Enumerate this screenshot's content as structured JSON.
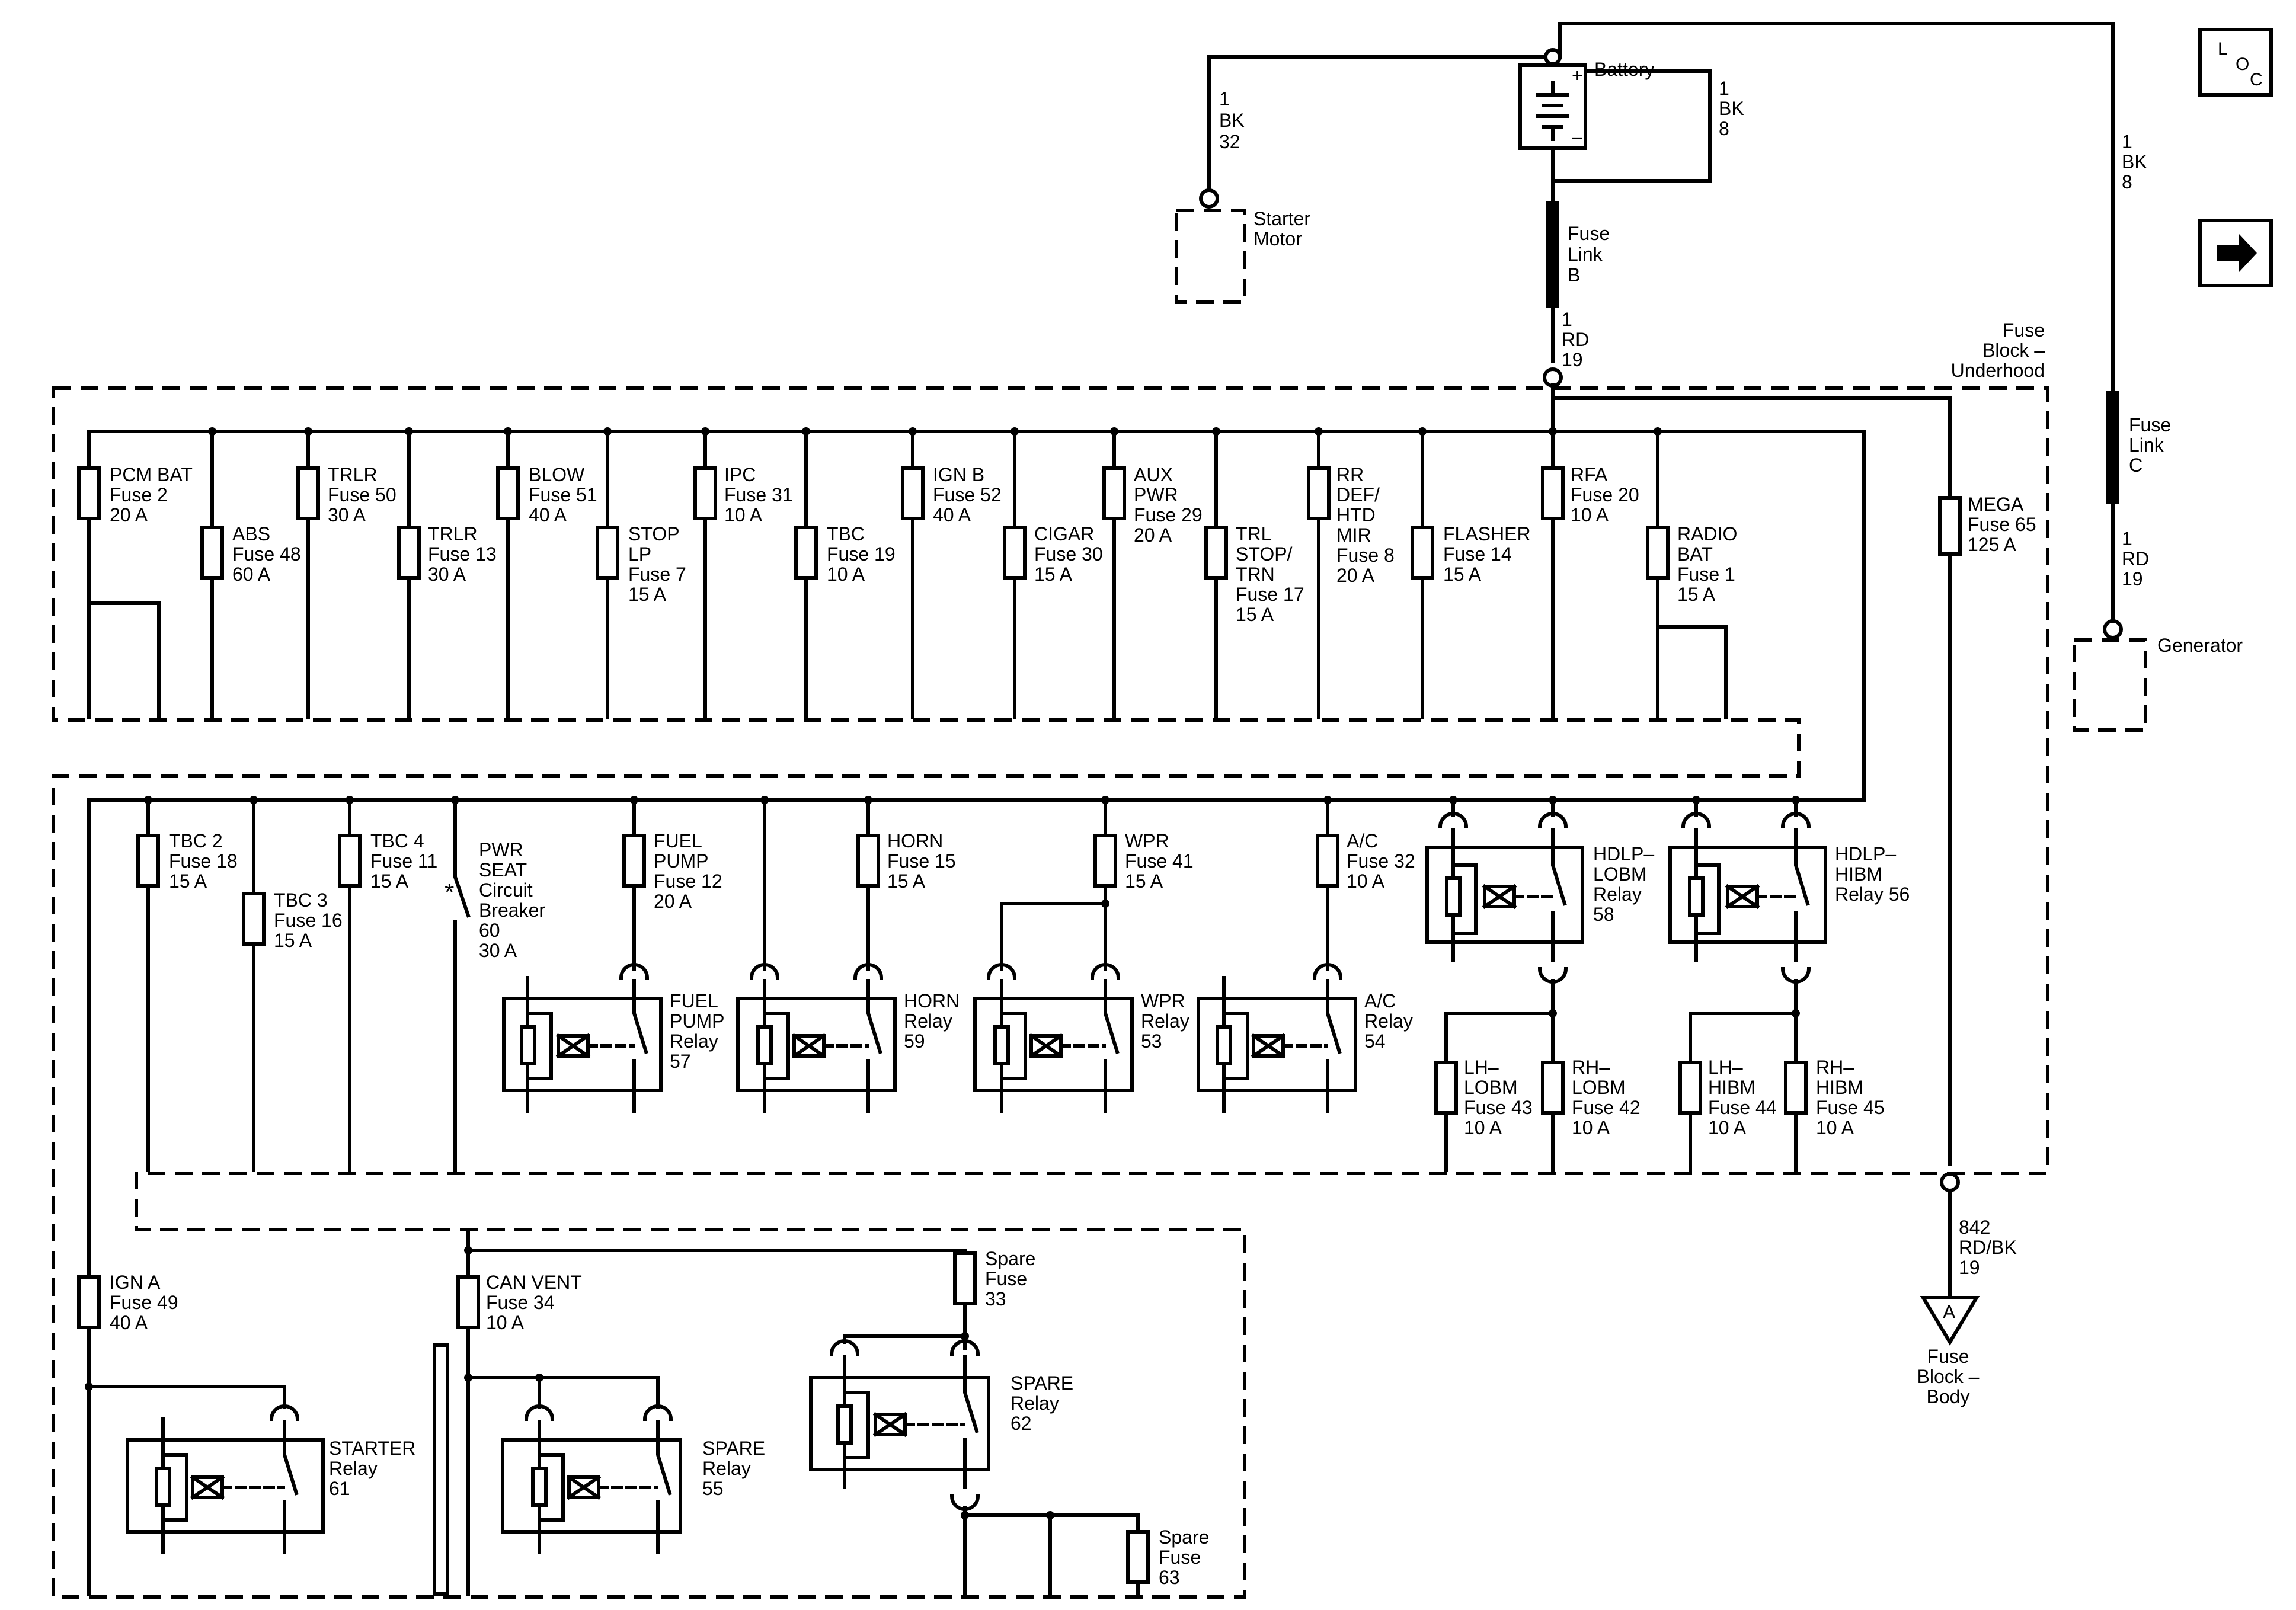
{
  "loc_icon": "location-icon",
  "nav_icon": "right-arrow-icon",
  "battery": {
    "label": "Battery",
    "plus": "+",
    "minus": "–"
  },
  "starter": [
    "Starter",
    "Motor"
  ],
  "generator": [
    "Generator"
  ],
  "wires": {
    "starter": [
      "1",
      "BK",
      "32"
    ],
    "battery_out": [
      "1",
      "BK",
      "8"
    ],
    "gen_top": [
      "1",
      "BK",
      "8"
    ],
    "fuse_block_feed": [
      "1",
      "RD",
      "19"
    ],
    "gen_feed": [
      "1",
      "RD",
      "19"
    ],
    "body_feed": [
      "842",
      "RD/BK",
      "19"
    ]
  },
  "fuse_link_b": [
    "Fuse",
    "Link",
    "B"
  ],
  "fuse_link_c": [
    "Fuse",
    "Link",
    "C"
  ],
  "fuse_block_underhood": [
    "Fuse",
    "Block –",
    "Underhood"
  ],
  "fuse_block_body": [
    "Fuse",
    "Block –",
    "Body"
  ],
  "connector_a": "A",
  "fuses": [
    {
      "id": "pcm-bat",
      "lines": [
        "PCM BAT",
        "Fuse 2",
        "20 A"
      ]
    },
    {
      "id": "abs",
      "lines": [
        "ABS",
        "Fuse 48",
        "60 A"
      ]
    },
    {
      "id": "trlr-50",
      "lines": [
        "TRLR",
        "Fuse 50",
        "30 A"
      ]
    },
    {
      "id": "trlr-13",
      "lines": [
        "TRLR",
        "Fuse 13",
        "30 A"
      ]
    },
    {
      "id": "blow",
      "lines": [
        "BLOW",
        "Fuse 51",
        "40 A"
      ]
    },
    {
      "id": "stop-lp",
      "lines": [
        "STOP",
        "LP",
        "Fuse 7",
        "15 A"
      ]
    },
    {
      "id": "ipc",
      "lines": [
        "IPC",
        "Fuse 31",
        "10 A"
      ]
    },
    {
      "id": "tbc-19",
      "lines": [
        "TBC",
        "Fuse 19",
        "10 A"
      ]
    },
    {
      "id": "ign-b",
      "lines": [
        "IGN B",
        "Fuse 52",
        "40 A"
      ]
    },
    {
      "id": "cigar",
      "lines": [
        "CIGAR",
        "Fuse 30",
        "15 A"
      ]
    },
    {
      "id": "aux-pwr",
      "lines": [
        "AUX",
        "PWR",
        "Fuse 29",
        "20 A"
      ]
    },
    {
      "id": "trl-stop-trn",
      "lines": [
        "TRL",
        "STOP/",
        "TRN",
        "Fuse 17",
        "15 A"
      ]
    },
    {
      "id": "rr-def",
      "lines": [
        "RR",
        "DEF/",
        "HTD",
        "MIR",
        "Fuse 8",
        "20 A"
      ]
    },
    {
      "id": "flasher",
      "lines": [
        "FLASHER",
        "Fuse 14",
        "15 A"
      ]
    },
    {
      "id": "rfa",
      "lines": [
        "RFA",
        "Fuse 20",
        "10 A"
      ]
    },
    {
      "id": "radio-bat",
      "lines": [
        "RADIO",
        "BAT",
        "Fuse 1",
        "15 A"
      ]
    },
    {
      "id": "mega",
      "lines": [
        "MEGA",
        "Fuse 65",
        "125 A"
      ]
    },
    {
      "id": "tbc2",
      "lines": [
        "TBC 2",
        "Fuse 18",
        "15 A"
      ]
    },
    {
      "id": "tbc3",
      "lines": [
        "TBC 3",
        "Fuse 16",
        "15 A"
      ]
    },
    {
      "id": "tbc4",
      "lines": [
        "TBC 4",
        "Fuse 11",
        "15 A"
      ]
    },
    {
      "id": "fuel-pump",
      "lines": [
        "FUEL",
        "PUMP",
        "Fuse 12",
        "20 A"
      ]
    },
    {
      "id": "horn",
      "lines": [
        "HORN",
        "Fuse 15",
        "15 A"
      ]
    },
    {
      "id": "wpr",
      "lines": [
        "WPR",
        "Fuse 41",
        "15 A"
      ]
    },
    {
      "id": "ac",
      "lines": [
        "A/C",
        "Fuse 32",
        "10 A"
      ]
    },
    {
      "id": "lh-lobm",
      "lines": [
        "LH–",
        "LOBM",
        "Fuse 43",
        "10 A"
      ]
    },
    {
      "id": "rh-lobm",
      "lines": [
        "RH–",
        "LOBM",
        "Fuse 42",
        "10 A"
      ]
    },
    {
      "id": "lh-hibm",
      "lines": [
        "LH–",
        "HIBM",
        "Fuse 44",
        "10 A"
      ]
    },
    {
      "id": "rh-hibm",
      "lines": [
        "RH–",
        "HIBM",
        "Fuse 45",
        "10 A"
      ]
    },
    {
      "id": "ign-a",
      "lines": [
        "IGN A",
        "Fuse 49",
        "40 A"
      ]
    },
    {
      "id": "can-vent",
      "lines": [
        "CAN VENT",
        "Fuse 34",
        "10 A"
      ]
    },
    {
      "id": "spare-33",
      "lines": [
        "Spare",
        "Fuse",
        "33"
      ]
    },
    {
      "id": "spare-63",
      "lines": [
        "Spare",
        "Fuse",
        "63"
      ]
    }
  ],
  "breaker": {
    "lines": [
      "PWR",
      "SEAT",
      "Circuit",
      "Breaker",
      "60",
      "30 A"
    ],
    "mark": "*"
  },
  "relays": [
    {
      "id": "fuel-pump",
      "lines": [
        "FUEL",
        "PUMP",
        "Relay",
        "57"
      ]
    },
    {
      "id": "horn",
      "lines": [
        "HORN",
        "Relay",
        "59"
      ]
    },
    {
      "id": "wpr",
      "lines": [
        "WPR",
        "Relay",
        "53"
      ]
    },
    {
      "id": "ac",
      "lines": [
        "A/C",
        "Relay",
        "54"
      ]
    },
    {
      "id": "hdlp-lobm",
      "lines": [
        "HDLP–",
        "LOBM",
        "Relay",
        "58"
      ]
    },
    {
      "id": "hdlp-hibm",
      "lines": [
        "HDLP–",
        "HIBM",
        "Relay 56"
      ]
    },
    {
      "id": "starter",
      "lines": [
        "STARTER",
        "Relay",
        "61"
      ]
    },
    {
      "id": "spare-55",
      "lines": [
        "SPARE",
        "Relay",
        "55"
      ]
    },
    {
      "id": "spare-62",
      "lines": [
        "SPARE",
        "Relay",
        "62"
      ]
    }
  ]
}
